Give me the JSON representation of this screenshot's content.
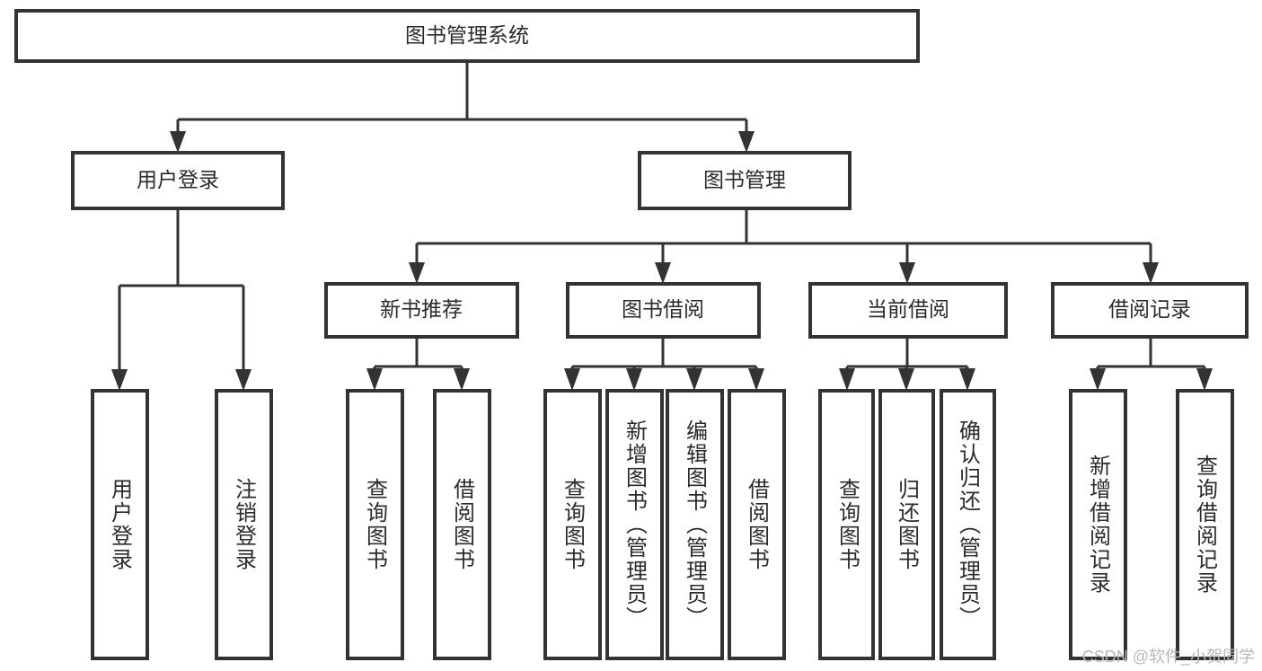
{
  "diagram": {
    "title": "图书管理系统",
    "type": "hierarchy-tree",
    "colors": {
      "box_stroke": "#333333",
      "box_fill": "#ffffff",
      "text": "#2b2b2b",
      "background": "#ffffff",
      "watermark": "#b8b8b8"
    },
    "root": {
      "label": "图书管理系统"
    },
    "level2": [
      {
        "label": "用户登录"
      },
      {
        "label": "图书管理"
      }
    ],
    "level3": [
      {
        "label": "新书推荐"
      },
      {
        "label": "图书借阅"
      },
      {
        "label": "当前借阅"
      },
      {
        "label": "借阅记录"
      }
    ],
    "leaves": {
      "user_login": [
        {
          "label": "用户登录"
        },
        {
          "label": "注销登录"
        }
      ],
      "new_book_recommend": [
        {
          "label": "查询图书"
        },
        {
          "label": "借阅图书"
        }
      ],
      "book_borrow": [
        {
          "label": "查询图书"
        },
        {
          "label": "新增图书（管理员）"
        },
        {
          "label": "编辑图书（管理员）"
        },
        {
          "label": "借阅图书"
        }
      ],
      "current_borrow": [
        {
          "label": "查询图书"
        },
        {
          "label": "归还图书"
        },
        {
          "label": "确认归还（管理员）"
        }
      ],
      "borrow_record": [
        {
          "label": "新增借阅记录"
        },
        {
          "label": "查询借阅记录"
        }
      ]
    }
  },
  "watermark": {
    "text": "CSDN @软件_小贺同学"
  }
}
